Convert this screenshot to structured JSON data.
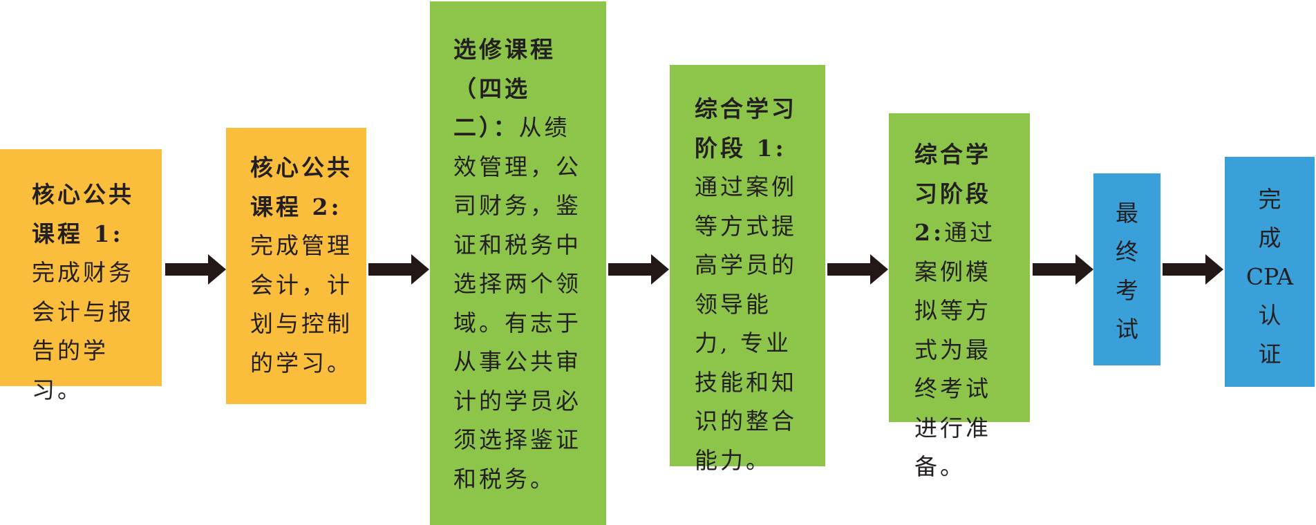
{
  "diagram": {
    "colors": {
      "core": "#fbbd3c",
      "elective": "#8dc54b",
      "final": "#3aa0da",
      "arrow": "#231816",
      "text": "#231f20"
    },
    "steps": [
      {
        "title": "核心公共课程 1:",
        "body": "完成财务会计与报告的学习。"
      },
      {
        "title": "核心公共课程 2:",
        "body": "完成管理会计，计划与控制的学习。"
      },
      {
        "title": "选修课程（四选二）：",
        "body": "从绩效管理，公司财务，鉴证和税务中选择两个领域。有志于从事公共审计的学员必须选择鉴证和税务。"
      },
      {
        "title": "综合学习阶段 1:",
        "body": "通过案例等方式提高学员的领导能力, 专业技能和知识的整合能力。"
      },
      {
        "title": "综合学习阶段 2:",
        "body": "通过案例模拟等方式为最终考试进行准备。"
      },
      {
        "lines": [
          "最",
          "终",
          "考",
          "试"
        ]
      },
      {
        "lines": [
          "完",
          "成",
          "CPA",
          "认",
          "证"
        ]
      }
    ]
  }
}
